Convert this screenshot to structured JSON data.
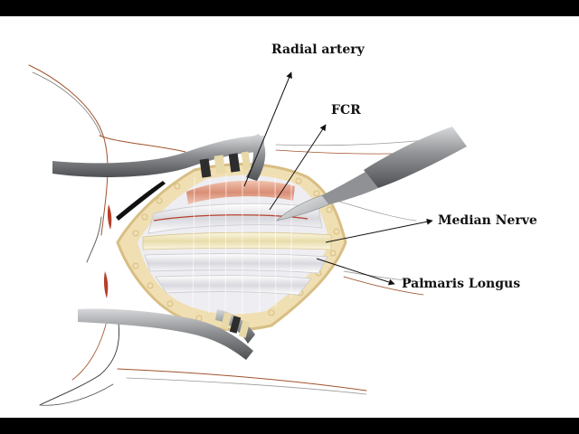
{
  "labels": {
    "radial_artery": "Radial artery",
    "fcr": "FCR",
    "median_nerve": "Median Nerve",
    "palmaris_longus": "Palmaris Longus"
  },
  "colors": {
    "background": "#ffffff",
    "letterbox": "#000000",
    "fat_layer": "#f0dfb2",
    "fat_edge": "#d8be84",
    "artery": "#d98f76",
    "tendon": "#e3e3e8",
    "nerve": "#efe5bd",
    "retractor": "#8f9194",
    "scalpel": "#a3a5a8"
  },
  "icons": {
    "retractor_upper": "retractor-icon",
    "retractor_lower": "retractor-icon",
    "scalpel": "scalpel-icon"
  }
}
